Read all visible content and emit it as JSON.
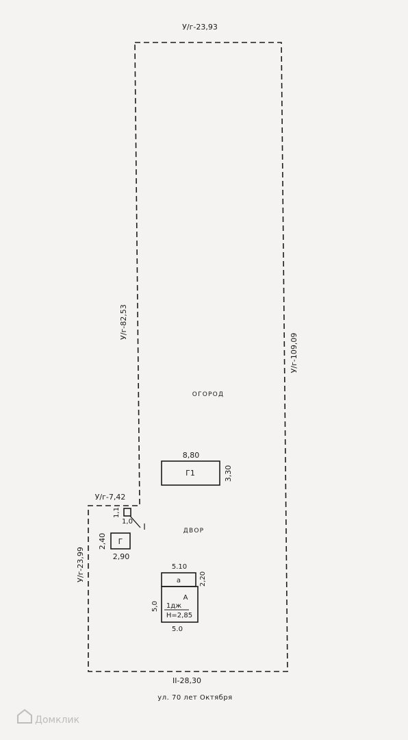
{
  "boundaries": {
    "top": "У/г-23,93",
    "left_upper": "У/г-82,53",
    "right": "У/г-109,09",
    "step": "У/г-7,42",
    "left_lower": "У/г-23,99",
    "bottom": "II-28,30"
  },
  "zones": {
    "garden": "огород",
    "yard": "двор"
  },
  "g1": {
    "label": "Г1",
    "width": "8,80",
    "height": "3,30"
  },
  "small_sq": {
    "width": "1,0",
    "height": "1,1",
    "callout": "I"
  },
  "g": {
    "label": "Г",
    "width": "2,90",
    "height": "2,40"
  },
  "house": {
    "top_width": "5.10",
    "annex_height": "2,20",
    "annex_label": "а",
    "main_label": "А",
    "floors": "1дж",
    "height_note": "Н=2,85",
    "height": "5,0",
    "bottom_width": "5.0"
  },
  "street": "ул. 70 лет Октября",
  "watermark": "Домклик"
}
